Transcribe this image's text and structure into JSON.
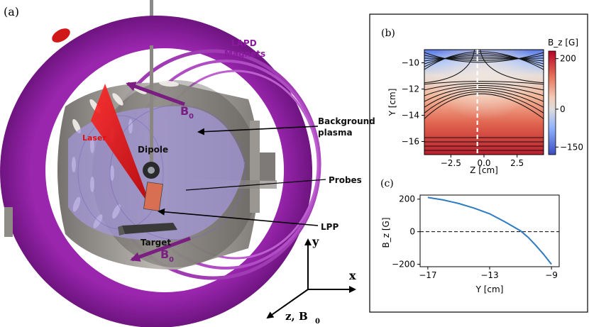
{
  "panel_a": {
    "label": "(a)",
    "magnets_label_line1": "LAPD",
    "magnets_label_line2": "Magnets",
    "b0_top": "B",
    "b0_top_sub": "0",
    "laser_label": "Laser",
    "dipole_label": "Dipole",
    "background_label_line1": "Background",
    "background_label_line2": "plasma",
    "probes_label": "Probes",
    "lpp_label": "LPP",
    "target_label": "Target",
    "b0_bottom": "B",
    "b0_bottom_sub": "0",
    "axis_y": "y",
    "axis_x": "x",
    "axis_z": "z, B",
    "axis_z_sub": "0",
    "colors": {
      "magnet": "#8c1aa0",
      "chamber": "#8e8a86",
      "plasma": "#9c8fd2",
      "laser": "#e01010",
      "arrow_b0": "#7a1e82"
    }
  },
  "panel_b": {
    "label": "(b)",
    "colorbar_title": "B_z [G]",
    "colorbar_ticks": [
      "200",
      "0",
      "−150"
    ],
    "xlabel": "Z [cm]",
    "ylabel": "Y [cm]",
    "x_ticks": [
      "−2.5",
      "0.0",
      "2.5"
    ],
    "y_ticks": [
      "−10",
      "−12",
      "−14",
      "−16"
    ]
  },
  "panel_c": {
    "label": "(c)",
    "xlabel": "Y [cm]",
    "ylabel": "B_z [G]",
    "x_ticks": [
      "−17",
      "−13",
      "−9"
    ],
    "y_ticks": [
      "200",
      "0",
      "−200"
    ]
  },
  "chart_data": [
    {
      "type": "heatmap",
      "xlabel": "Z [cm]",
      "ylabel": "Y [cm]",
      "xlim": [
        -4.5,
        4.5
      ],
      "ylim": [
        -17,
        -9
      ],
      "colorbar_label": "B_z [G]",
      "colorbar_range": [
        -180,
        230
      ],
      "dashed_line_z": -0.5,
      "colormap": "coolwarm"
    },
    {
      "type": "line",
      "xlabel": "Y [cm]",
      "ylabel": "B_z [G]",
      "xlim": [
        -17.5,
        -8.5
      ],
      "ylim": [
        -215,
        225
      ],
      "x": [
        -17,
        -16,
        -15,
        -14,
        -13,
        -12,
        -11,
        -10.5,
        -10,
        -9.5,
        -9
      ],
      "y": [
        210,
        195,
        173,
        145,
        110,
        60,
        5,
        -35,
        -85,
        -140,
        -200
      ],
      "reference_line": 0,
      "color": "#2f7bbf"
    }
  ]
}
